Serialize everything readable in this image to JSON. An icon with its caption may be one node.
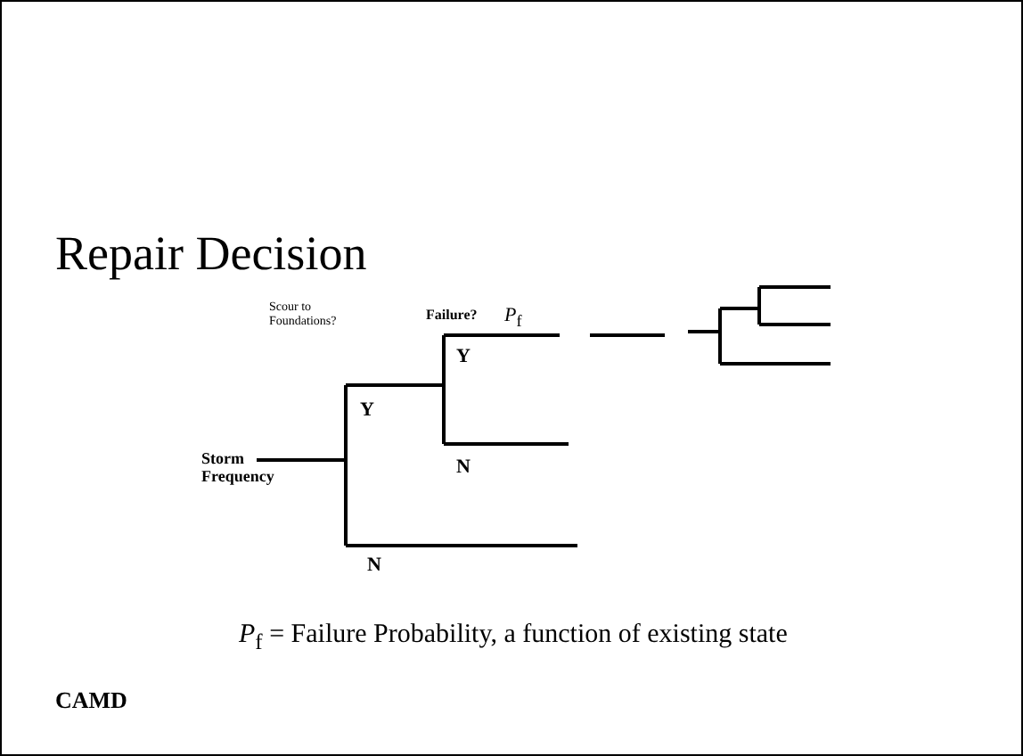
{
  "diagram": {
    "title": "Repair Decision",
    "labels": [
      "Scour to Foundations?",
      "Failure?",
      "*P*$_{f}$",
      "Storm Frequency",
      "Y",
      "Y",
      "N",
      "N",
      "*P*$_{f}$ = Failure Probability, a function of existing state",
      "CAMD"
    ]
  }
}
